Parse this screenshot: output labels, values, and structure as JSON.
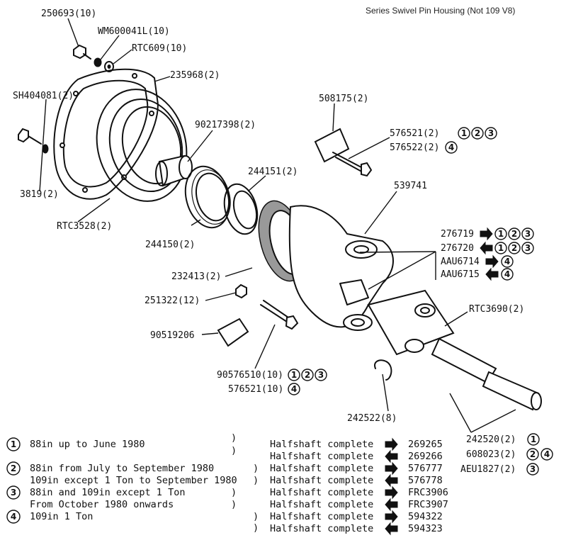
{
  "title": "Series Swivel Pin Housing (Not 109 V8)",
  "callouts": {
    "c250693": "250693(10)",
    "cWM600041L": "WM600041L(10)",
    "cRTC609": "RTC609(10)",
    "c235968": "235968(2)",
    "cSH404081": "SH404081(2)",
    "c90217398": "90217398(2)",
    "c3819": "3819(2)",
    "cRTC3528": "RTC3528(2)",
    "c244150": "244150(2)",
    "c244151": "244151(2)",
    "c508175": "508175(2)",
    "c576521a": "576521(2)",
    "c576522": "576522(2)",
    "c539741": "539741",
    "c276719": "276719",
    "c276720": "276720",
    "cAAU6714": "AAU6714",
    "cAAU6715": "AAU6715",
    "c232413": "232413(2)",
    "c251322": "251322(12)",
    "cRTC3690": "RTC3690(2)",
    "c90519206": "90519206",
    "c90576510": "90576510(10)",
    "c576521b": "576521(10)",
    "c242522": "242522(8)",
    "c242520": "242520(2)",
    "c608023": "608023(2)",
    "cAEU1827": "AEU1827(2)"
  },
  "circled": [
    "1",
    "2",
    "3",
    "4"
  ],
  "legend": {
    "items": [
      {
        "num": "1",
        "text": "88in up to June 1980",
        "brace": ")"
      },
      {
        "num": "2",
        "text": "88in from July to September 1980",
        "brace": ")"
      },
      {
        "num": "",
        "text": "109in except 1 Ton to September 1980",
        "brace": ")"
      },
      {
        "num": "3",
        "text": "88in and 109in except 1 Ton",
        "brace": ")"
      },
      {
        "num": "",
        "text": "From October 1980 onwards",
        "brace": ")"
      },
      {
        "num": "4",
        "text": "109in 1 Ton",
        "brace": ")"
      }
    ],
    "halfshaft": [
      {
        "label": "Halfshaft complete",
        "dir": "right",
        "part": "269265"
      },
      {
        "label": "Halfshaft complete",
        "dir": "left",
        "part": "269266"
      },
      {
        "label": "Halfshaft complete",
        "dir": "right",
        "part": "576777"
      },
      {
        "label": "Halfshaft complete",
        "dir": "left",
        "part": "576778"
      },
      {
        "label": "Halfshaft complete",
        "dir": "right",
        "part": "FRC3906"
      },
      {
        "label": "Halfshaft complete",
        "dir": "left",
        "part": "FRC3907"
      },
      {
        "label": "Halfshaft complete",
        "dir": "right",
        "part": "594322"
      },
      {
        "label": "Halfshaft complete",
        "dir": "left",
        "part": "594323"
      }
    ]
  }
}
